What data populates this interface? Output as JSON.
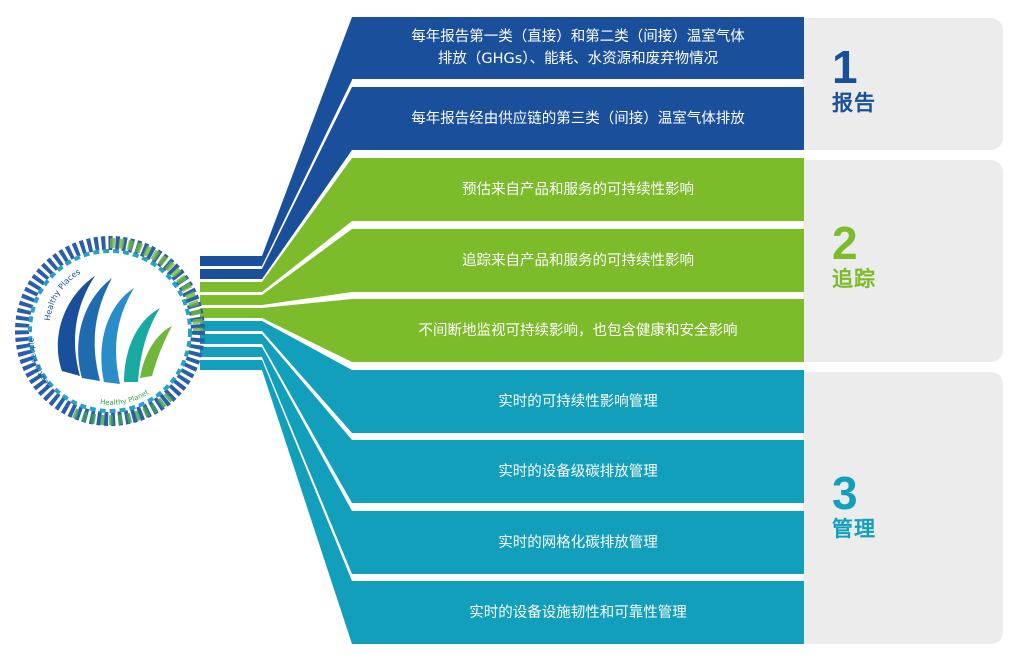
{
  "colors": {
    "blue": "#1a4f9c",
    "green": "#7cbb2a",
    "teal": "#129fbc",
    "panel": "#ececec"
  },
  "logo": {
    "ring_top": "Healthy Places",
    "ring_left": "Healthy People",
    "ring_bottom": "Healthy Planet"
  },
  "groups": [
    {
      "number": "1",
      "label": "报告",
      "color": "#1a4f9c",
      "rows": [
        {
          "line1": "每年报告第一类（直接）和第二类（间接）温室气体",
          "line2": "排放（GHGs）、能耗、水资源和废弃物情况"
        },
        {
          "line1": "每年报告经由供应链的第三类（间接）温室气体排放",
          "line2": ""
        }
      ]
    },
    {
      "number": "2",
      "label": "追踪",
      "color": "#7cbb2a",
      "rows": [
        {
          "line1": "预估来自产品和服务的可持续性影响",
          "line2": ""
        },
        {
          "line1": "追踪来自产品和服务的可持续性影响",
          "line2": ""
        },
        {
          "line1": "不间断地监视可持续影响，也包含健康和安全影响",
          "line2": ""
        }
      ]
    },
    {
      "number": "3",
      "label": "管理",
      "color": "#129fbc",
      "rows": [
        {
          "line1": "实时的可持续性影响管理",
          "line2": ""
        },
        {
          "line1": "实时的设备级碳排放管理",
          "line2": ""
        },
        {
          "line1": "实时的网格化碳排放管理",
          "line2": ""
        },
        {
          "line1": "实时的设备设施韧性和可靠性管理",
          "line2": ""
        }
      ]
    }
  ]
}
